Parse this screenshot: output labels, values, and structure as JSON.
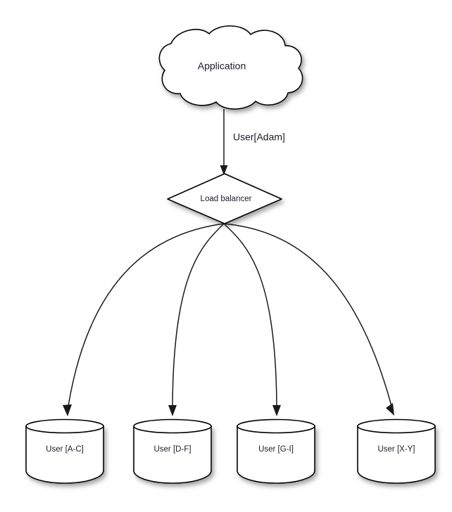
{
  "diagram": {
    "background_color": "#ffffff",
    "stroke_color": "#000000",
    "text_color": "#1c1c28",
    "nodes": {
      "application": {
        "label": "Application",
        "shape": "cloud"
      },
      "load_balancer": {
        "label": "Load balancer",
        "shape": "diamond"
      },
      "shards": [
        {
          "label": "User [A-C]",
          "shape": "cylinder"
        },
        {
          "label": "User [D-F]",
          "shape": "cylinder"
        },
        {
          "label": "User [G-I]",
          "shape": "cylinder"
        },
        {
          "label": "User [X-Y]",
          "shape": "cylinder"
        }
      ]
    },
    "edges": [
      {
        "from": "application",
        "to": "load_balancer",
        "label": "User[Adam]",
        "style": "straight-arrow"
      },
      {
        "from": "load_balancer",
        "to": "shard-0",
        "label": "",
        "style": "curved-arrow"
      },
      {
        "from": "load_balancer",
        "to": "shard-1",
        "label": "",
        "style": "curved-arrow"
      },
      {
        "from": "load_balancer",
        "to": "shard-2",
        "label": "",
        "style": "curved-arrow"
      },
      {
        "from": "load_balancer",
        "to": "shard-3",
        "label": "",
        "style": "curved-arrow"
      }
    ]
  }
}
